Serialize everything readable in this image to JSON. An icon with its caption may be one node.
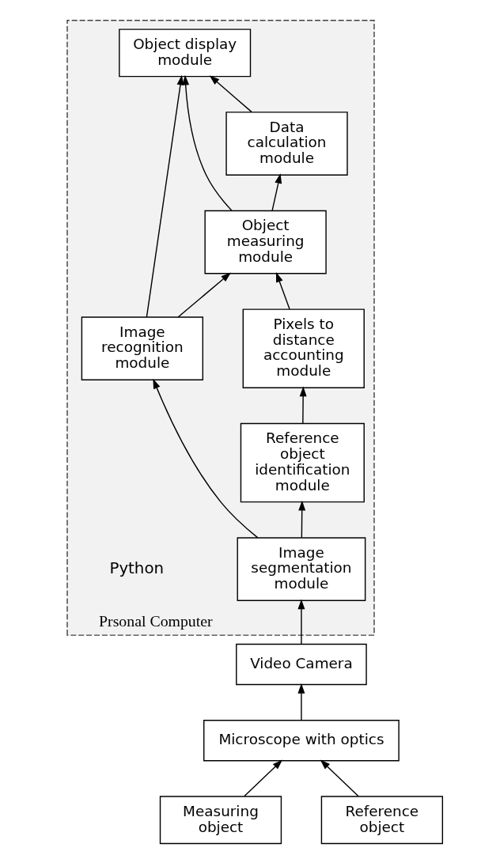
{
  "diagram": {
    "nodes": [
      {
        "text": [
          "Prsonal Computer"
        ]
      },
      {
        "text": [
          "Object display module"
        ],
        "in": 0
      },
      {
        "text": [
          "Data calculation module"
        ],
        "in": 0
      },
      {
        "text": [
          "Image recognition module"
        ],
        "in": 0
      },
      {
        "text": [
          "Object measuring module"
        ],
        "in": 0
      },
      {
        "text": [
          "Reference object identification module"
        ],
        "in": 0
      },
      {
        "text": [
          "Pixels to distance accounting module"
        ],
        "in": 0
      },
      {
        "text": [
          "Image segmentation module"
        ],
        "in": 0
      },
      {
        "text": [
          "Video Camera"
        ]
      },
      {
        "text": [
          "Microscope with optics"
        ]
      },
      {
        "text": [
          "Measuring object"
        ]
      },
      {
        "text": [
          "Reference object"
        ]
      }
    ],
    "edges": [
      {
        "from": 2,
        "to": 1,
        "arrow": "to"
      },
      {
        "from": 4,
        "to": 1,
        "arrow": "to"
      },
      {
        "from": 3,
        "to": 1,
        "arrow": "to"
      },
      {
        "from": 4,
        "to": 2,
        "arrow": "to"
      },
      {
        "from": 3,
        "to": 4,
        "arrow": "to"
      },
      {
        "from": 6,
        "to": 4,
        "arrow": "to"
      },
      {
        "from": 5,
        "to": 6,
        "arrow": "to"
      },
      {
        "from": 7,
        "to": 3,
        "arrow": "to"
      },
      {
        "from": 7,
        "to": 5,
        "arrow": "to"
      },
      {
        "from": 8,
        "to": 7,
        "arrow": "to"
      },
      {
        "from": 9,
        "to": 8,
        "arrow": "to"
      },
      {
        "from": 10,
        "to": 9,
        "arrow": "to"
      },
      {
        "from": 11,
        "to": 9,
        "arrow": "to"
      }
    ],
    "labels": [
      "Python"
    ]
  }
}
